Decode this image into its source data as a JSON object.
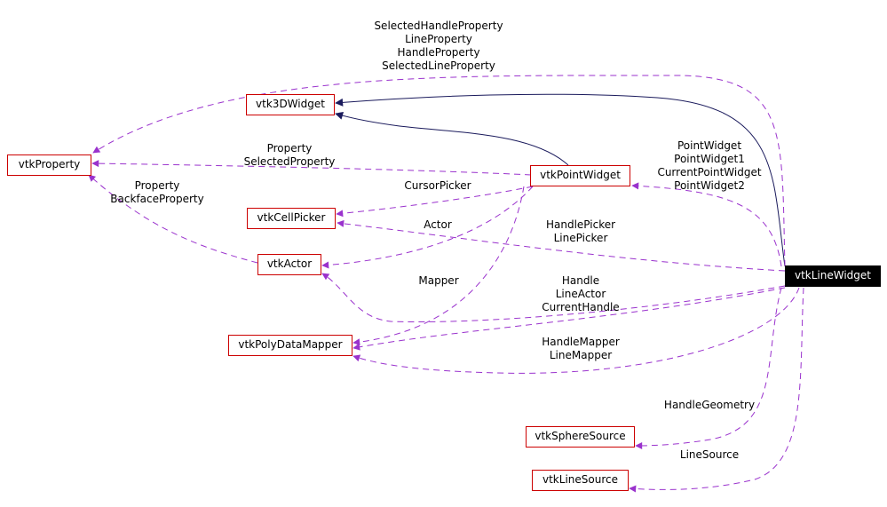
{
  "colors": {
    "node_border": "#cc0000",
    "focus_fill": "#000000",
    "inheritance_edge": "#1a1a5c",
    "usage_edge": "#9a32cd"
  },
  "nodes": {
    "vtk3DWidget": "vtk3DWidget",
    "vtkProperty": "vtkProperty",
    "vtkPointWidget": "vtkPointWidget",
    "vtkCellPicker": "vtkCellPicker",
    "vtkActor": "vtkActor",
    "vtkLineWidget": "vtkLineWidget",
    "vtkPolyDataMapper": "vtkPolyDataMapper",
    "vtkSphereSource": "vtkSphereSource",
    "vtkLineSource": "vtkLineSource"
  },
  "edge_labels": {
    "lw_property": [
      "SelectedHandleProperty",
      "LineProperty",
      "HandleProperty",
      "SelectedLineProperty"
    ],
    "pw_property": [
      "Property",
      "SelectedProperty"
    ],
    "actor_property": [
      "Property",
      "BackfaceProperty"
    ],
    "pw_cellpicker": [
      "CursorPicker"
    ],
    "pw_actor": [
      "Actor"
    ],
    "lw_pointwidget": [
      "PointWidget",
      "PointWidget1",
      "CurrentPointWidget",
      "PointWidget2"
    ],
    "lw_cellpicker": [
      "HandlePicker",
      "LinePicker"
    ],
    "pw_mapper": [
      "Mapper"
    ],
    "lw_actor": [
      "Handle",
      "LineActor",
      "CurrentHandle"
    ],
    "lw_mapper": [
      "HandleMapper",
      "LineMapper"
    ],
    "lw_sphere": [
      "HandleGeometry"
    ],
    "lw_linesource": [
      "LineSource"
    ]
  }
}
